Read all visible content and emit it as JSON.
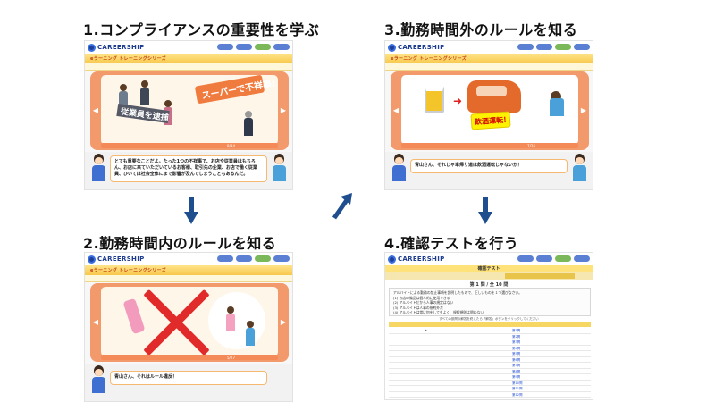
{
  "steps": [
    {
      "title": "1.コンプライアンスの重要性を学ぶ",
      "logo_text": "CAREERSHIP",
      "banner_text": "eラーニング トレーニングシリーズ",
      "burst_text": "スーパーで不祥事！",
      "tag_text": "従業員を逮捕",
      "counter": "8/34",
      "speech": "とても重要なことだよ。たった1つの不祥事で、お店や従業員はもちろん、お店に来ていただいているお客様、取引先の企業、お店で働く従業員、ひいては社会全体にまで影響が及んでしまうこともあるんだ。"
    },
    {
      "title": "2.勤務時間内のルールを知る",
      "logo_text": "CAREERSHIP",
      "banner_text": "eラーニング トレーニングシリーズ",
      "counter": "5/27",
      "speech": "青山さん、それはルール違反！"
    },
    {
      "title": "3.勤務時間外のルールを知る",
      "logo_text": "CAREERSHIP",
      "banner_text": "eラーニング トレーニングシリーズ",
      "alert_text": "飲酒運転！",
      "counter": "7/26",
      "speech": "青山さん、それじゃ車帰り道は飲酒運転じゃないか！"
    },
    {
      "title": "4.確認テストを行う",
      "logo_text": "CAREERSHIP",
      "test_header": "確認テスト",
      "question_count": "第 1 問 / 全 10 問",
      "question_lines": [
        "アルバイトによる勤務の禁止事項を説明したもので、正しいものを１つ選びなさい。",
        "(1) お店の備品は個人的に使用できる",
        "(2) アルバイトだから人事の規定はない",
        "(3) アルバイトは人事の規約外だ",
        "(4) アルバイトは常に何をしてもよく、規程規則は問わない"
      ],
      "answer_note": "すべての設問の解答を終えたら「解答」ボタンをクリックしてください",
      "table_rows": [
        "第1問",
        "第2問",
        "第3問",
        "第4問",
        "第5問",
        "第6問",
        "第7問",
        "第8問",
        "第9問",
        "第10問",
        "第11問",
        "第12問"
      ]
    }
  ],
  "colors": {
    "stage_orange": "#f39a6c",
    "banner_yellow": "#f7c84b",
    "arrow_blue": "#1f4e8f"
  },
  "icons": [
    "arrow-down-icon",
    "arrow-up-right-icon"
  ]
}
